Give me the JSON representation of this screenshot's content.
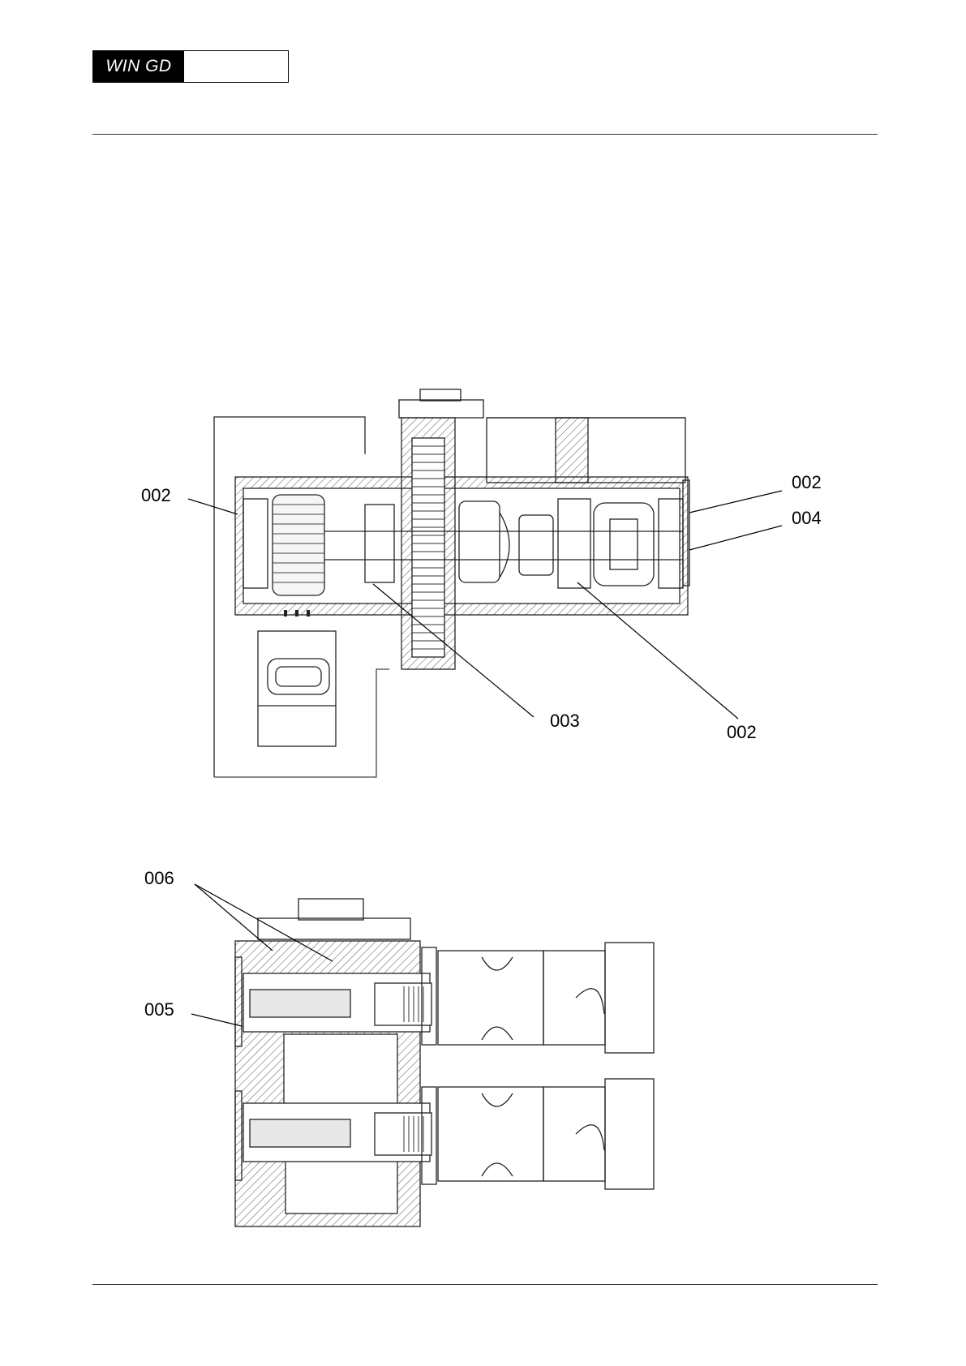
{
  "header": {
    "logo_text": "WIN GD"
  },
  "figure_top": {
    "callouts": [
      "002",
      "002",
      "004",
      "003",
      "002"
    ]
  },
  "figure_bottom": {
    "callouts": [
      "006",
      "005"
    ]
  }
}
